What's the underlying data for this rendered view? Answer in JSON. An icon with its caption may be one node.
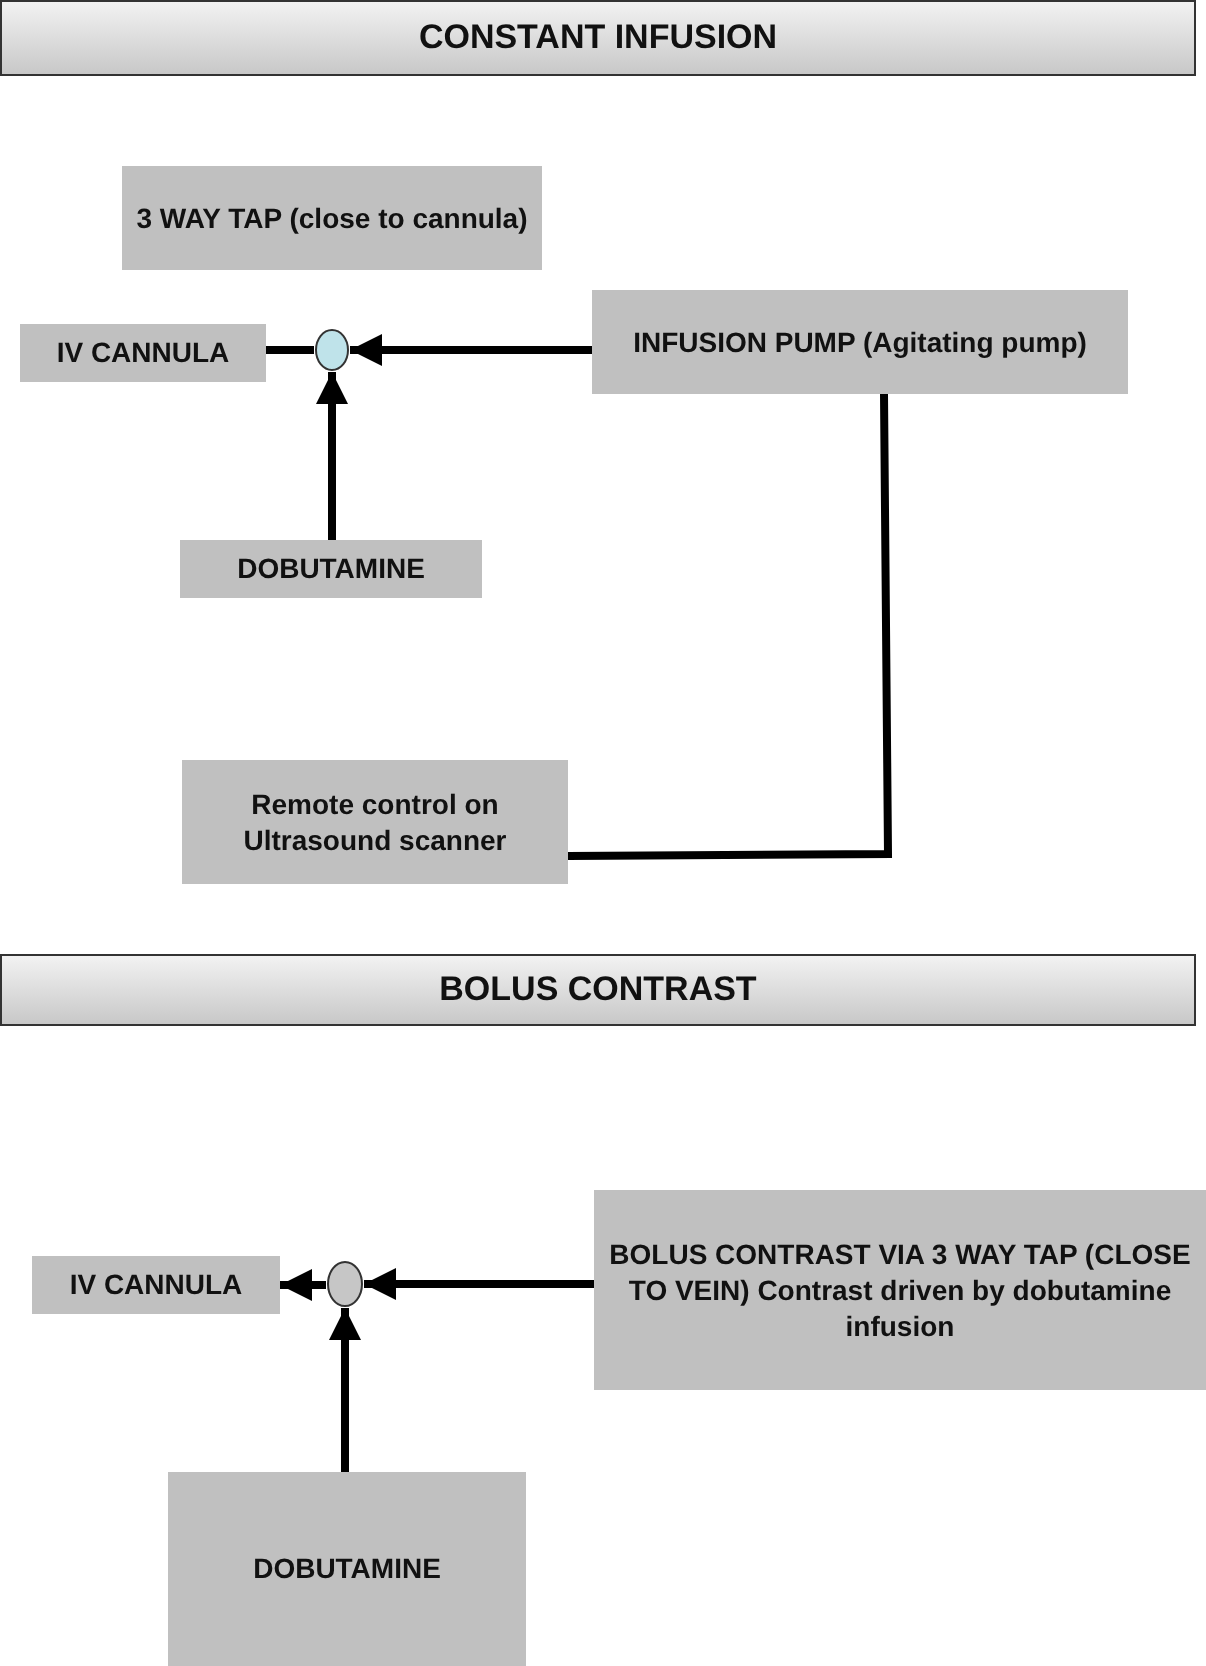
{
  "diagram": {
    "nodes": [
      {
        "text": [
          "CONSTANT INFUSION"
        ]
      },
      {
        "text": [
          "3 WAY TAP (close to cannula)"
        ]
      },
      {
        "text": [
          "IV CANNULA"
        ]
      },
      {
        "text": [],
        "shape": "circle"
      },
      {
        "text": [
          "INFUSION PUMP (Agitating pump)"
        ]
      },
      {
        "text": [
          "DOBUTAMINE"
        ]
      },
      {
        "text": [
          "Remote control on Ultrasound scanner"
        ]
      },
      {
        "text": [
          "BOLUS CONTRAST"
        ]
      },
      {
        "text": [
          "IV CANNULA"
        ]
      },
      {
        "text": [],
        "shape": "circle"
      },
      {
        "text": [
          "BOLUS CONTRAST VIA 3 WAY TAP (CLOSE TO VEIN) Contrast driven by dobutamine infusion"
        ]
      },
      {
        "text": [
          "DOBUTAMINE"
        ]
      }
    ],
    "edges": [
      {
        "from": 2,
        "to": 3,
        "arrow": "none"
      },
      {
        "from": 4,
        "to": 3,
        "arrow": "to"
      },
      {
        "from": 5,
        "to": 3,
        "arrow": "to"
      },
      {
        "from": 4,
        "to": 6,
        "arrow": "none"
      },
      {
        "from": 9,
        "to": 8,
        "arrow": "to"
      },
      {
        "from": 10,
        "to": 9,
        "arrow": "to"
      },
      {
        "from": 11,
        "to": 9,
        "arrow": "to"
      }
    ]
  }
}
